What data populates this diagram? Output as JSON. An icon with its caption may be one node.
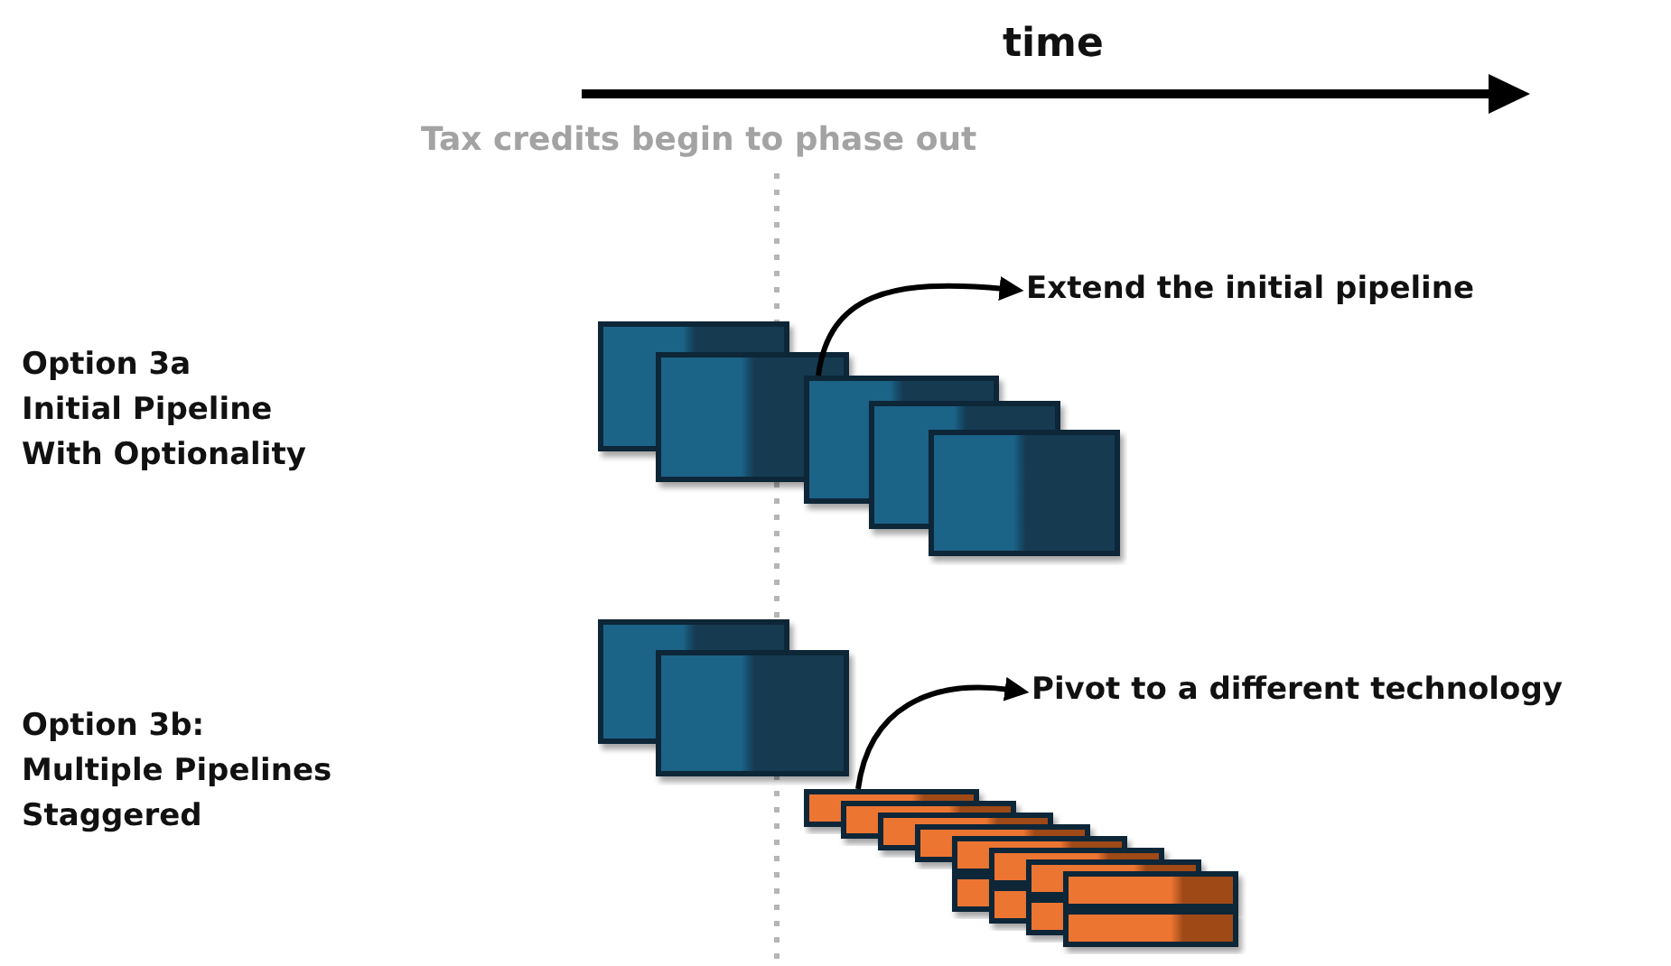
{
  "diagram": {
    "nodes": [
      {
        "text": [
          "Extend the initial pipeline"
        ]
      },
      {
        "text": [],
        "shape": "box"
      },
      {
        "text": [
          "Pivot to a different technology"
        ]
      },
      {
        "text": [],
        "shape": "box"
      },
      {
        "text": [],
        "shape": "bar"
      }
    ],
    "edges": [
      {
        "from": 1,
        "to": 0,
        "arrow": "to"
      },
      {
        "from": 4,
        "to": 2,
        "arrow": "to"
      }
    ],
    "labels": [
      "time",
      "Tax credits begin to phase out",
      "Option 3a",
      "Initial Pipeline",
      "With Optionality",
      "Option 3b:",
      "Multiple Pipelines",
      "Staggered"
    ]
  }
}
